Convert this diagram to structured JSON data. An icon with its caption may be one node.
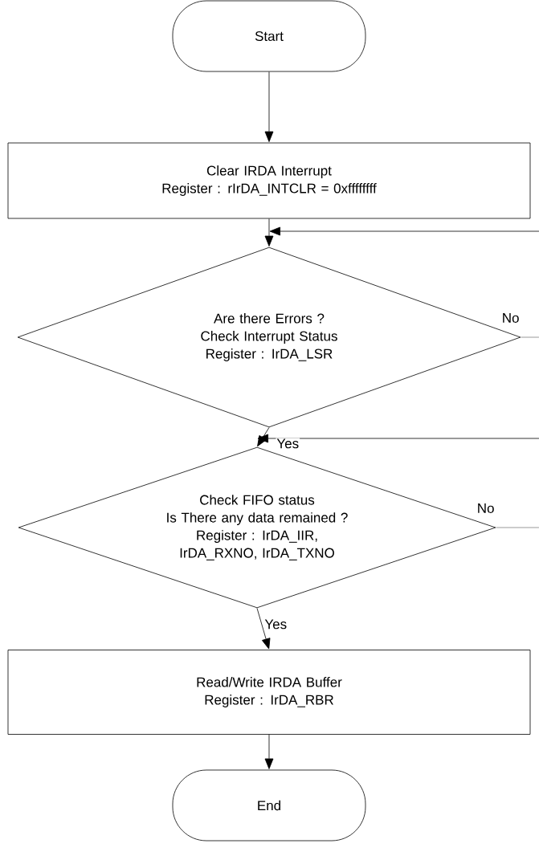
{
  "diagram": {
    "nodes": [
      {
        "text": [
          "Start"
        ]
      },
      {
        "text": [
          "Clear IRDA Interrupt",
          "Register : rIrDA_INTCLR = 0xffffffff"
        ]
      },
      {
        "text": [
          "Are there Errors ?",
          "Check Interrupt Status",
          "Register : IrDA_LSR"
        ]
      },
      {
        "text": [
          "Check FIFO status",
          "Is There any data remained ?",
          "Register : IrDA_IIR, IrDA_RXNO, IrDA_TXNO"
        ]
      },
      {
        "text": [
          "Read/Write IRDA Buffer",
          "Register : IrDA_RBR"
        ]
      },
      {
        "text": [
          "End"
        ]
      }
    ],
    "edges": [
      {
        "from": 0,
        "to": 1,
        "arrow": "to"
      },
      {
        "from": 1,
        "to": 2,
        "arrow": "to"
      },
      {
        "from": 2,
        "to": 3,
        "arrow": "to",
        "label": "Yes"
      },
      {
        "from": 3,
        "to": 4,
        "arrow": "to",
        "label": "Yes"
      },
      {
        "from": 4,
        "to": 5,
        "arrow": "to"
      },
      {
        "from": 2,
        "to": null,
        "arrow": "none",
        "label": "No"
      },
      {
        "from": 3,
        "to": null,
        "arrow": "none",
        "label": "No"
      },
      {
        "from": null,
        "to": 2,
        "arrow": "to"
      },
      {
        "from": null,
        "to": 3,
        "arrow": "to"
      }
    ]
  }
}
